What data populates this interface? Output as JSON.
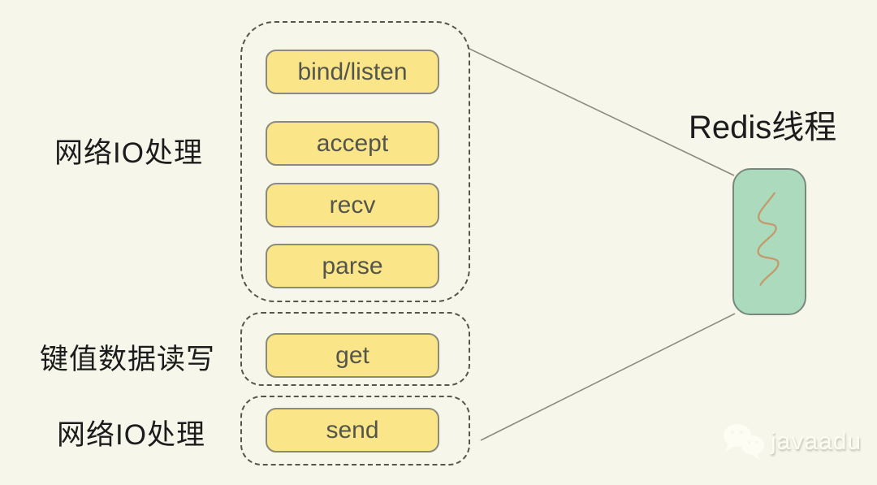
{
  "diagram": {
    "redis_thread_label": "Redis线程",
    "groups": [
      {
        "label": "网络IO处理",
        "boxes": [
          "bind/listen",
          "accept",
          "recv",
          "parse"
        ]
      },
      {
        "label": "键值数据读写",
        "boxes": [
          "get"
        ]
      },
      {
        "label": "网络IO处理",
        "boxes": [
          "send"
        ]
      }
    ],
    "watermark": "javaadu",
    "colors": {
      "background": "#f6f7ea",
      "op_box_fill": "#fae588",
      "op_box_border": "#8b8b7c",
      "op_box_text": "#54554b",
      "dashed_border": "#56564d",
      "label_text": "#1c1c1c",
      "thread_box_fill": "#abdabd",
      "thread_box_border": "#79887d",
      "thread_squiggle": "#c49a6c",
      "connector_line": "#8b8b80",
      "watermark_text": "#fdfdf4"
    }
  }
}
